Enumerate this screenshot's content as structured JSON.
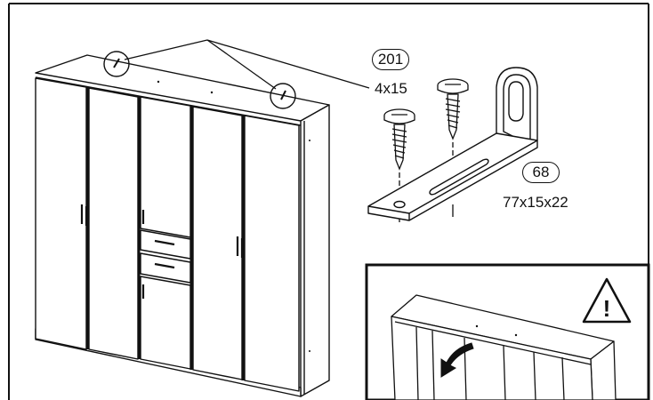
{
  "parts": [
    {
      "number": "201",
      "size": "4x15",
      "name": "screw"
    },
    {
      "number": "68",
      "size": "77x15x22",
      "name": "angle-bracket"
    }
  ],
  "warning": {
    "symbol": "!"
  },
  "colors": {
    "line": "#111111",
    "background": "#ffffff",
    "shade": "#dddddd"
  }
}
